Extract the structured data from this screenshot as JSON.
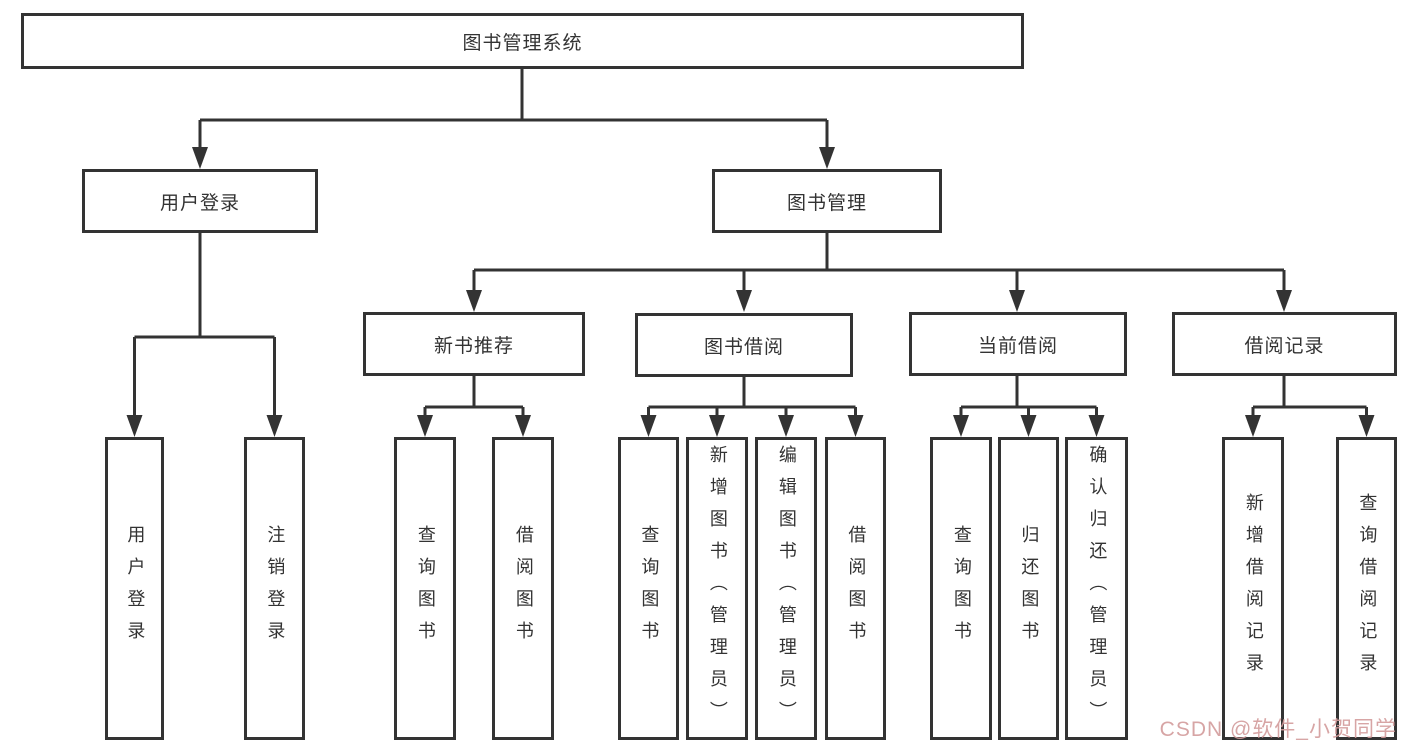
{
  "watermark": {
    "text": "CSDN @软件_小贺同学"
  },
  "colors": {
    "line": "#333333",
    "box_border": "#333333",
    "text": "#333333",
    "watermark": "#d39c9c",
    "background": "#ffffff"
  },
  "tree": {
    "label": "图书管理系统",
    "children": [
      {
        "label": "用户登录",
        "children": [
          {
            "label": "用户登录"
          },
          {
            "label": "注销登录"
          }
        ]
      },
      {
        "label": "图书管理",
        "children": [
          {
            "label": "新书推荐",
            "children": [
              {
                "label": "查询图书"
              },
              {
                "label": "借阅图书"
              }
            ]
          },
          {
            "label": "图书借阅",
            "children": [
              {
                "label": "查询图书"
              },
              {
                "label": "新增图书（管理员）"
              },
              {
                "label": "编辑图书（管理员）"
              },
              {
                "label": "借阅图书"
              }
            ]
          },
          {
            "label": "当前借阅",
            "children": [
              {
                "label": "查询图书"
              },
              {
                "label": "归还图书"
              },
              {
                "label": "确认归还（管理员）"
              }
            ]
          },
          {
            "label": "借阅记录",
            "children": [
              {
                "label": "新增借阅记录"
              },
              {
                "label": "查询借阅记录"
              }
            ]
          }
        ]
      }
    ]
  }
}
